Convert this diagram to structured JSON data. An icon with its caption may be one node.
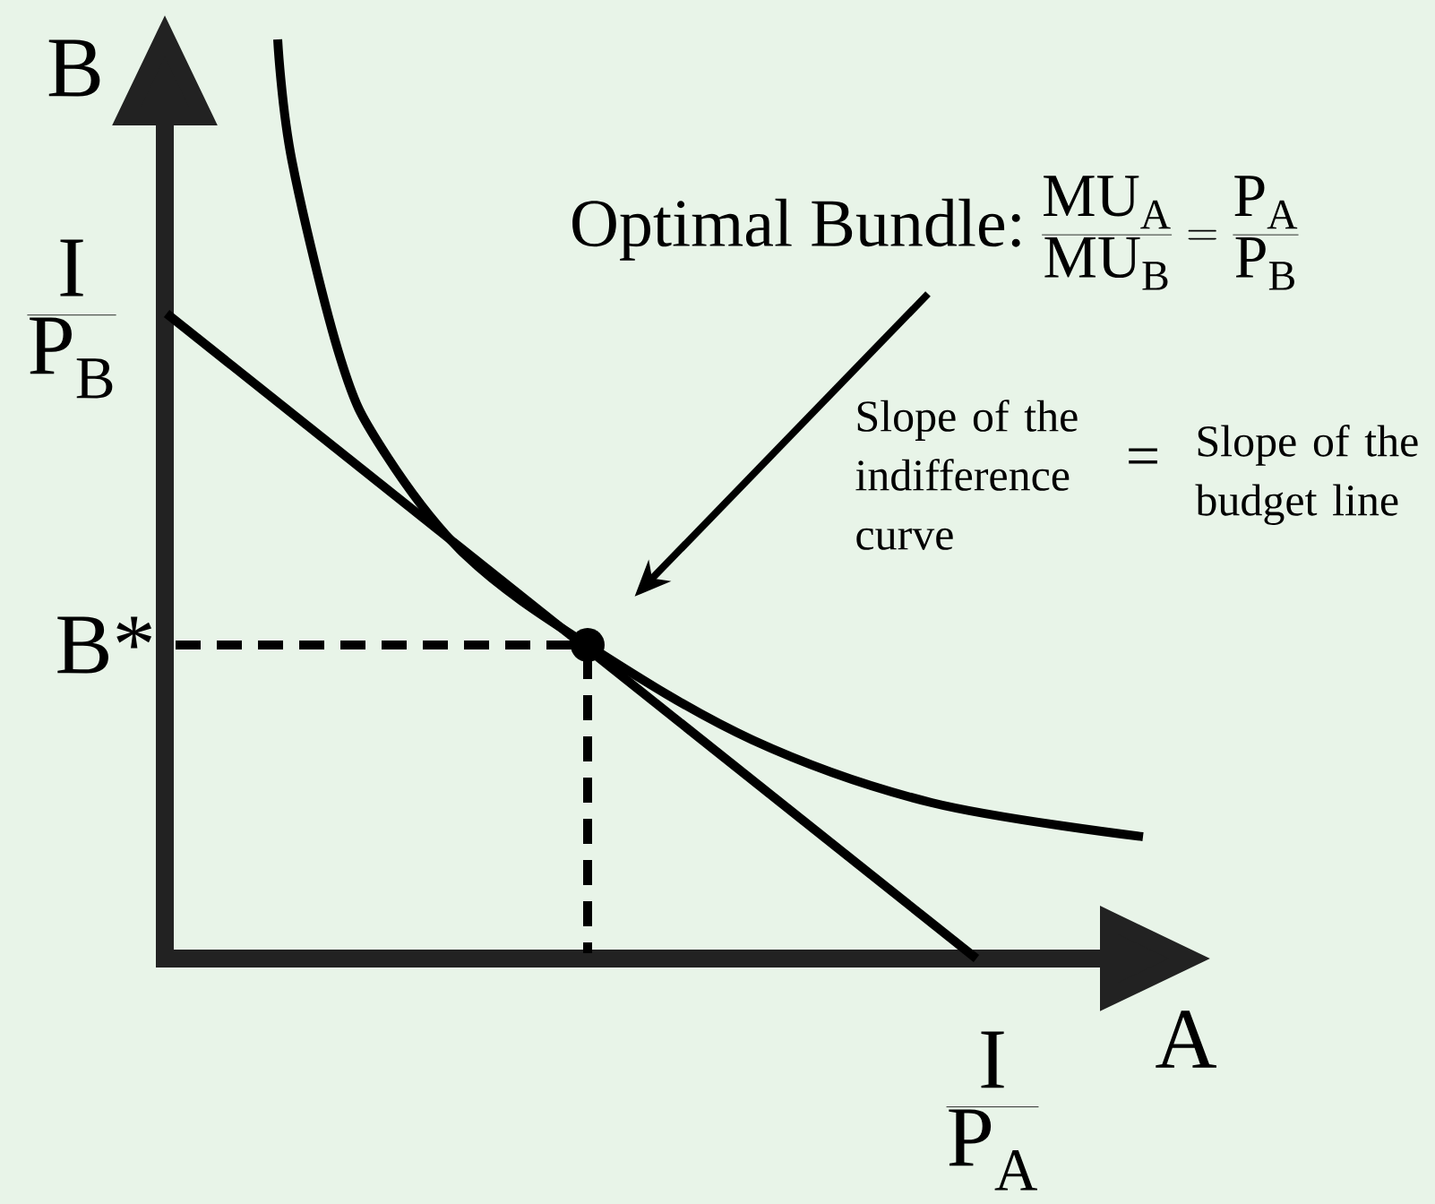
{
  "diagram": {
    "nodes": [
      {
        "text": [
          "Optimal Bundle:",
          "\\frac{\\mathrm{MU}_{\\mathrm{A}}}{\\mathrm{MU}_{\\mathrm{B}}}=\\frac{\\mathrm{P}_{\\mathrm{A}}}{\\mathrm{P}_{\\mathrm{B}}}"
        ]
      },
      {
        "text": [],
        "shape": "circle"
      }
    ],
    "edges": [
      {
        "from": 0,
        "to": 1,
        "arrow": "to"
      }
    ],
    "labels": [
      "B",
      "\\frac{\\mathrm{I}}{\\mathrm{P}_{\\mathrm{B}}}",
      "B*",
      "A",
      "\\frac{\\mathrm{I}}{\\mathrm{P}_{\\mathrm{A}}}",
      "Slope of the indifference curve",
      "=",
      "Slope of the budget line"
    ]
  }
}
